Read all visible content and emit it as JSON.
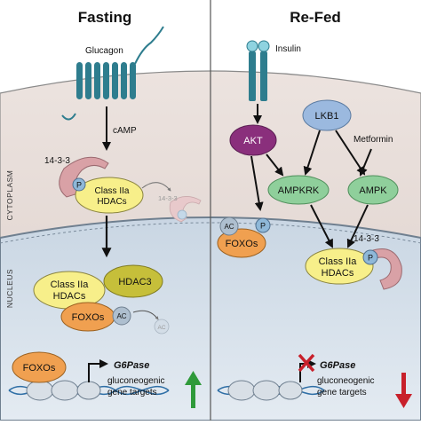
{
  "panels": {
    "left_title": "Fasting",
    "right_title": "Re-Fed"
  },
  "side_labels": {
    "cytoplasm": "CYTOPLASM",
    "nucleus": "NUCLEUS"
  },
  "left": {
    "receptor_label": "Glucagon",
    "messenger": "cAMP",
    "chaperone": "14-3-3",
    "phospho": "P",
    "class2a_line1": "Class IIa",
    "class2a_line2": "HDACs",
    "chaperone_faded": "14-3-3",
    "hdac3": "HDAC3",
    "foxos": "FOXOs",
    "acetyl": "AC",
    "gene_foxos": "FOXOs",
    "gene_name": "G6Pase",
    "gene_line1": "gluconeogenic",
    "gene_line2": "gene targets"
  },
  "right": {
    "receptor_label": "Insulin",
    "akt": "AKT",
    "lkb1": "LKB1",
    "metformin": "Metformin",
    "ampkrk": "AMPKRK",
    "ampk": "AMPK",
    "foxos": "FOXOs",
    "acetyl": "AC",
    "phospho": "P",
    "chaperone": "14-3-3",
    "class2a_line1": "Class IIa",
    "class2a_line2": "HDACs",
    "gene_name": "G6Pase",
    "gene_line1": "gluconeogenic",
    "gene_line2": "gene targets"
  },
  "colors": {
    "cytoplasm": "#e9dfdb",
    "nucleus": "#dbe3ec",
    "receptor": "#2e7d8e",
    "class2a": "#f7ef8a",
    "chaperone": "#d9a1a6",
    "hdac3": "#c6bf3a",
    "foxos": "#f0a050",
    "phospho": "#8fb8d8",
    "akt": "#8a2f7c",
    "lkb1": "#9bb9df",
    "ampk": "#8fcf9b",
    "up_arrow": "#2f9a3a",
    "down_arrow": "#c8202b",
    "inhibit_x": "#c8202b"
  }
}
